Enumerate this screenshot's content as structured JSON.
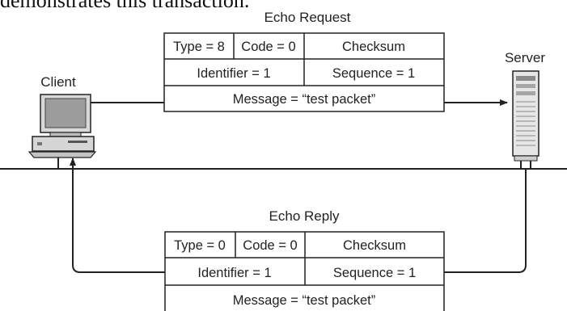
{
  "caption": "demonstrates this transaction.",
  "nodes": {
    "client": "Client",
    "server": "Server"
  },
  "request": {
    "title": "Echo Request",
    "type": "Type = 8",
    "code": "Code = 0",
    "checksum": "Checksum",
    "identifier": "Identifier = 1",
    "sequence": "Sequence = 1",
    "message": "Message = “test packet”"
  },
  "reply": {
    "title": "Echo Reply",
    "type": "Type = 0",
    "code": "Code = 0",
    "checksum": "Checksum",
    "identifier": "Identifier = 1",
    "sequence": "Sequence = 1",
    "message": "Message = “test packet”"
  }
}
